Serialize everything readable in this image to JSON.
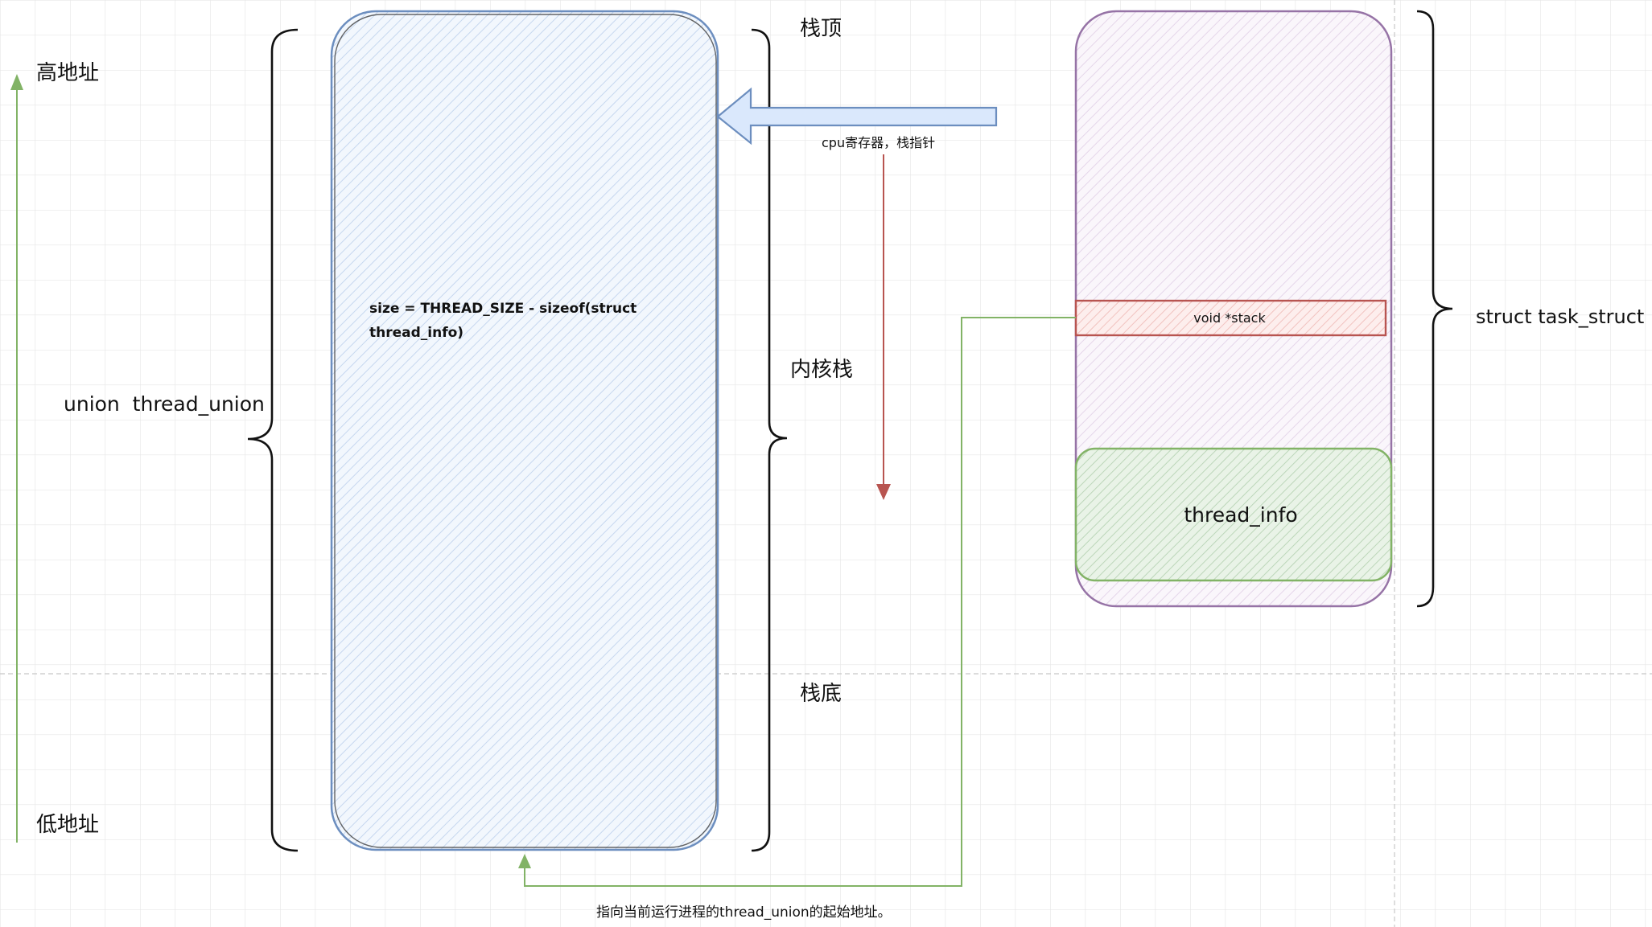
{
  "labels": {
    "high_address": "高地址",
    "low_address": "低地址",
    "union_name": "union  thread_union",
    "stack_top": "栈顶",
    "kernel_stack": "内核栈",
    "stack_bottom": "栈底",
    "cpu_register": "cpu寄存器，栈指针",
    "size_line1": "size = THREAD_SIZE - sizeof(struct",
    "size_line2": "thread_info)",
    "void_stack": "void *stack",
    "thread_info": "thread_info",
    "task_struct": "struct task_struct",
    "points_to": "指向当前运行进程的thread_union的起始地址。"
  },
  "colors": {
    "grid": "#e6e6e6",
    "stack_fill": "#dae8fc",
    "stack_stroke": "#6c8ebf",
    "task_fill": "#e1d5e7",
    "task_stroke": "#9673a6",
    "field_fill": "#f8cecc",
    "field_stroke": "#b85450",
    "info_fill": "#d5e8d4",
    "info_stroke": "#82b366",
    "address_arrow": "#82b366",
    "growth_arrow": "#b85450"
  }
}
